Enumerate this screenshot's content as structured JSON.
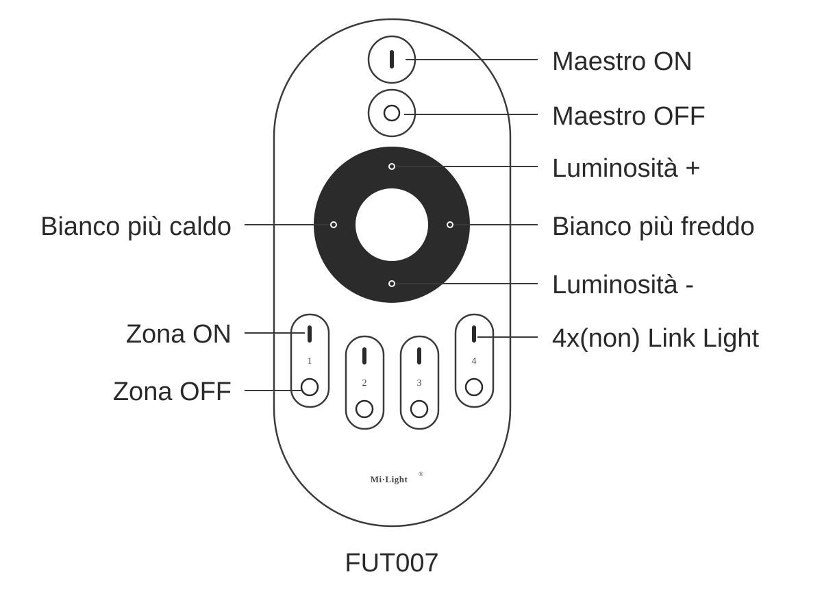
{
  "labels": {
    "master_on": "Maestro ON",
    "master_off": "Maestro OFF",
    "brightness_up": "Luminosità +",
    "warmer_white": "Bianco più caldo",
    "cooler_white": "Bianco più freddo",
    "brightness_down": "Luminosità -",
    "zone_on": "Zona ON",
    "zone_off": "Zona OFF",
    "link_light": "4x(non) Link Light"
  },
  "zones": [
    "1",
    "2",
    "3",
    "4"
  ],
  "brand": "Mi·Light",
  "registered_mark": "®",
  "model": "FUT007",
  "colors": {
    "stroke": "#3a3a3a",
    "wheel": "#2b2b2b",
    "text": "#2a2a2a"
  }
}
